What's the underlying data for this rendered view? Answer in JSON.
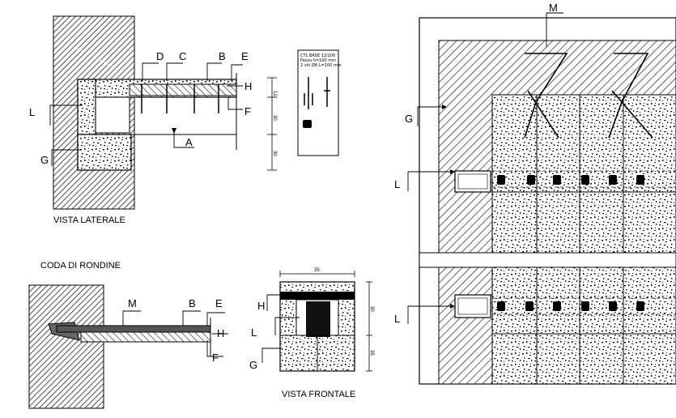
{
  "views": {
    "side_caption": "VISTA LATERALE",
    "dovetail_caption": "CODA DI RONDINE",
    "front_caption": "VISTA FRONTALE"
  },
  "labels": {
    "A": "A",
    "B": "B",
    "C": "C",
    "D": "D",
    "E": "E",
    "F": "F",
    "G": "G",
    "H": "H",
    "L": "L",
    "M": "M"
  },
  "dimensions": {
    "side_1": "12",
    "side_2": "30",
    "side_3": "30",
    "front_top": "35",
    "front_1": "30",
    "front_2": "35"
  },
  "note_card": {
    "line1": "CTL BASE 12/100",
    "line2": "Passo h=100 mm",
    "line3": "2 viti Ø8 L=100 mm"
  },
  "colors": {
    "ink": "#000000",
    "hatch": "#333333",
    "paper": "#ffffff"
  }
}
